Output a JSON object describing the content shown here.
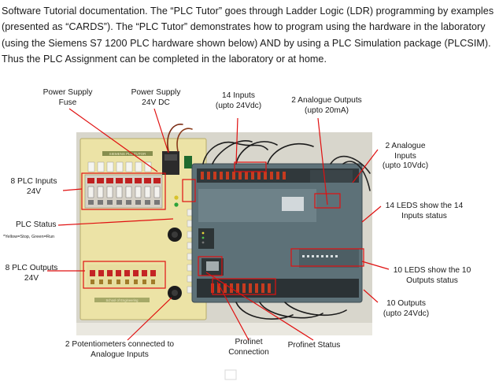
{
  "intro": {
    "text": "Software Tutorial documentation. The “PLC Tutor” goes through Ladder Logic (LDR) programming by examples (presented as “CARDS”). The “PLC Tutor” demonstrates how to program using the hardware in the laboratory (using the Siemens S7 1200 PLC hardware shown below) AND by using a PLC Simulation package (PLCSIM). Thus the PLC Assignment can be completed in the laboratory or at home."
  },
  "callouts": {
    "power_supply_fuse": [
      "Power Supply",
      "Fuse"
    ],
    "power_supply_24v": [
      "Power Supply",
      "24V DC"
    ],
    "inputs_14": [
      "14 Inputs",
      "(upto 24Vdc)"
    ],
    "analogue_outputs": [
      "2 Analogue Outputs",
      "(upto 20mA)"
    ],
    "analogue_inputs": [
      "2 Analogue",
      "Inputs",
      "(upto 10Vdc)"
    ],
    "plc_inputs": [
      "8 PLC Inputs",
      "24V"
    ],
    "leds_14": [
      "14 LEDS show the 14",
      "Inputs status"
    ],
    "plc_status": "PLC Status",
    "plc_status_note": "*Yellow=Stop, Green=Run",
    "plc_outputs": [
      "8 PLC Outputs",
      "24V"
    ],
    "leds_10": [
      "10 LEDS show the 10",
      "Outputs status"
    ],
    "outputs_10": [
      "10 Outputs",
      "(upto 24Vdc)"
    ],
    "potentiometers": [
      "2 Potentiometers connected to",
      "Analogue Inputs"
    ],
    "profinet_connection": [
      "Profinet",
      "Connection"
    ],
    "profinet_status": "Profinet Status"
  },
  "photo": {
    "board_title": "SIEMENS PLC TUTOR",
    "board_footer": "School of Engineering"
  },
  "colors": {
    "callout_line": "#e01010",
    "board": "#ece3a6",
    "plc_body": "#5d7178"
  }
}
